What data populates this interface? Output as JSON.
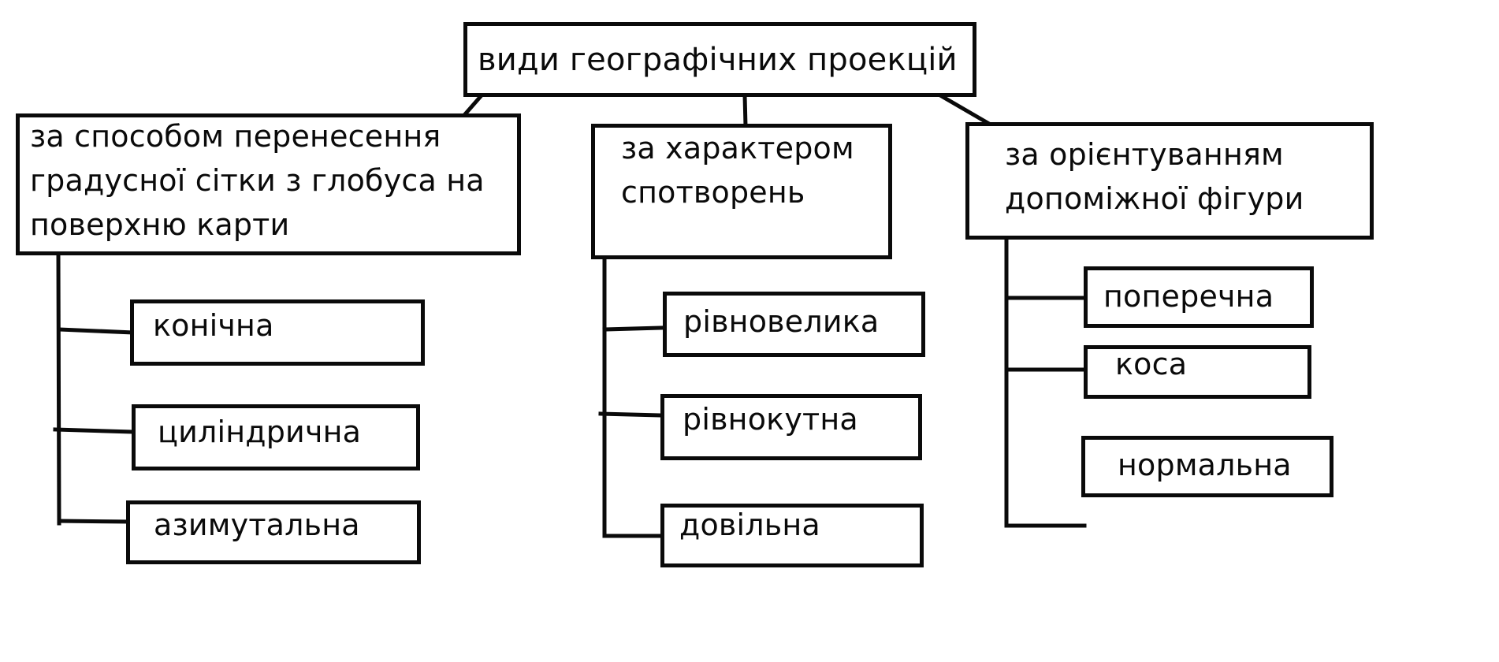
{
  "diagram": {
    "root": {
      "label": "види географічних проекцій"
    },
    "categories": [
      {
        "label": "за способом перенесення\nградусної сітки з глобуса на\nповерхню карти",
        "children": [
          "конічна",
          "циліндрична",
          "азимутальна"
        ]
      },
      {
        "label": "за характером\nспотворень",
        "children": [
          "рівновелика",
          "рівнокутна",
          "довільна"
        ]
      },
      {
        "label": "за орієнтуванням\nдопоміжної фігури",
        "children": [
          "поперечна",
          "коса",
          "нормальна"
        ]
      }
    ],
    "colors": {
      "stroke": "#0a0a0a",
      "background": "#ffffff"
    }
  }
}
